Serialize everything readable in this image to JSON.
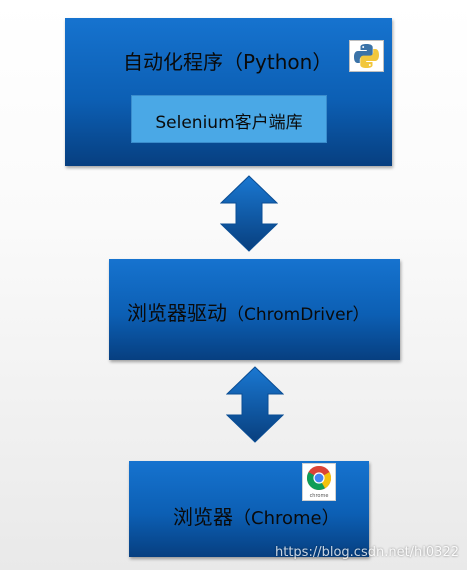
{
  "boxes": {
    "automation": {
      "title": "自动化程序",
      "subtitle": "（Python）",
      "inner_label": "Selenium客户端库",
      "icon": "python-icon"
    },
    "driver": {
      "title": "浏览器驱动",
      "subtitle": "（ChromDriver）"
    },
    "browser": {
      "title": "浏览器",
      "subtitle": "（Chrome）",
      "icon": "chrome-icon",
      "icon_caption": "chrome"
    }
  },
  "arrows": [
    {
      "type": "bidirectional",
      "between": [
        "automation",
        "driver"
      ]
    },
    {
      "type": "bidirectional",
      "between": [
        "driver",
        "browser"
      ]
    }
  ],
  "colors": {
    "box_top": "#1673cf",
    "box_bottom": "#073f80",
    "inner_box": "#4aa8e6",
    "arrow_top": "#1a78d2",
    "arrow_bottom": "#083f7e"
  },
  "watermark": "https://blog.csdn.net/hl0322"
}
